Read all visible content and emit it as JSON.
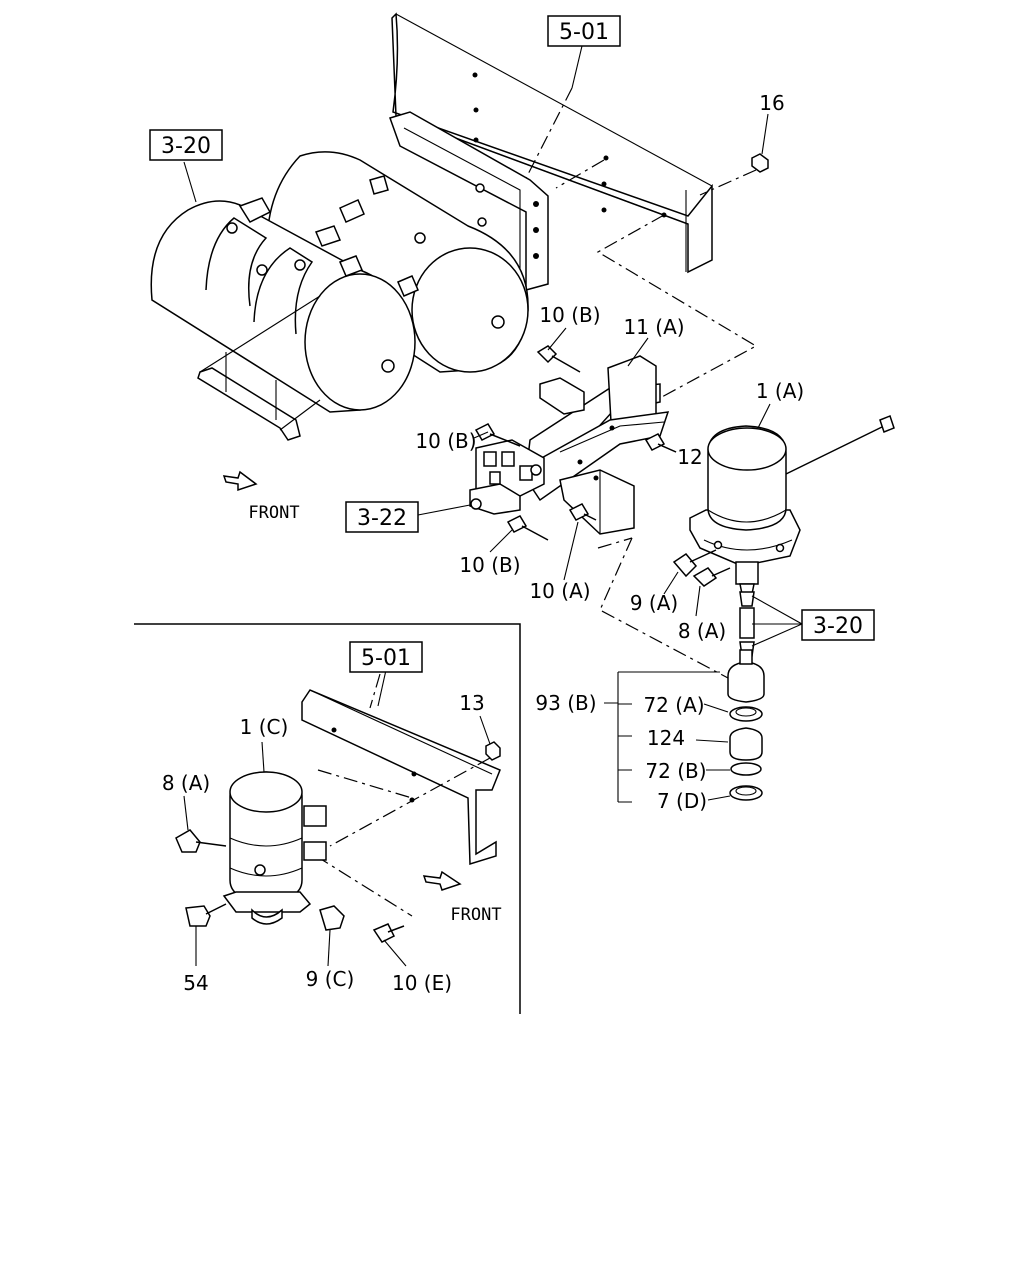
{
  "callouts": {
    "ref_501_top": "5-01",
    "ref_320_left": "3-20",
    "ref_322": "3-22",
    "ref_320_right": "3-20",
    "ref_501_inset": "5-01",
    "p16": "16",
    "p10b_1": "10 (B)",
    "p11a": "11 (A)",
    "p1a": "1 (A)",
    "p10b_2": "10 (B)",
    "p12": "12",
    "p10b_3": "10 (B)",
    "p10a": "10 (A)",
    "p9a": "9 (A)",
    "p8a": "8 (A)",
    "p93b": "93 (B)",
    "p72a": "72 (A)",
    "p124": "124",
    "p72b": "72 (B)",
    "p7d": "7 (D)",
    "p13": "13",
    "p1c": "1 (C)",
    "p8a_inset": "8 (A)",
    "p54": "54",
    "p9c": "9 (C)",
    "p10e": "10 (E)"
  },
  "front_top": "FRONT",
  "front_inset": "FRONT"
}
